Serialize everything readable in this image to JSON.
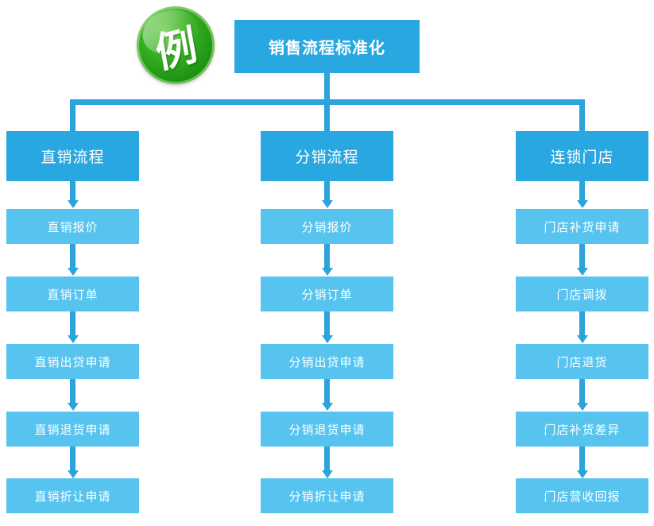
{
  "badge": {
    "label": "例"
  },
  "root": {
    "label": "销售流程标准化"
  },
  "columns": [
    {
      "header": "直销流程",
      "items": [
        "直销报价",
        "直销订单",
        "直销出贷申请",
        "直销退货申请",
        "直销折让申请"
      ]
    },
    {
      "header": "分销流程",
      "items": [
        "分销报价",
        "分销订单",
        "分销出贷申请",
        "分销退货申请",
        "分销折让申请"
      ]
    },
    {
      "header": "连锁门店",
      "items": [
        "门店补货申请",
        "门店调拨",
        "门店退货",
        "门店补货差异",
        "门店营收回报"
      ]
    }
  ],
  "colors": {
    "header_blue": "#29A7E0",
    "item_blue": "#56C4EF",
    "connector_blue": "#2BA3DC",
    "badge_green": "#2FA81E",
    "text": "#FFFFFF"
  }
}
